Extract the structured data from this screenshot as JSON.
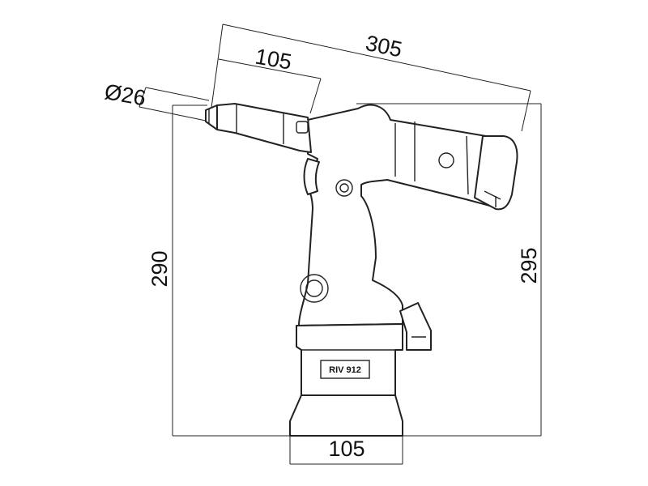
{
  "diagram": {
    "dimensions": {
      "overall_length": "305",
      "nose_length": "105",
      "nose_diameter": "Ø26",
      "height_front": "290",
      "height_rear": "295",
      "base_width": "105"
    },
    "model_label": "RIV 912"
  }
}
